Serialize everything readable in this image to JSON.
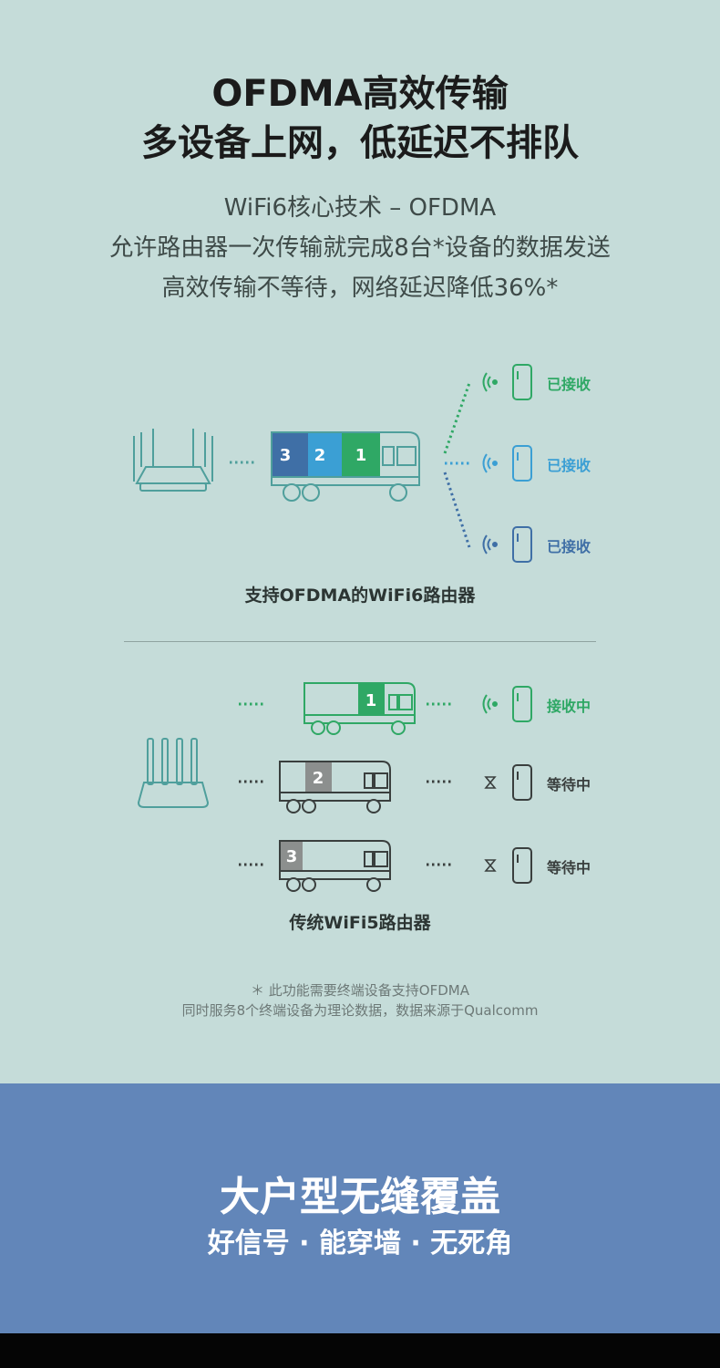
{
  "header": {
    "title_line1": "OFDMA高效传输",
    "title_line2": "多设备上网，低延迟不排队",
    "sub_line1": "WiFi6核心技术 – OFDMA",
    "sub_line2": "允许路由器一次传输就完成8台*设备的数据发送",
    "sub_line3": "高效传输不等待，网络延迟降低36%*"
  },
  "wifi6": {
    "caption": "支持OFDMA的WiFi6路由器",
    "blocks": [
      "3",
      "2",
      "1"
    ],
    "devices": [
      {
        "status": "已接收",
        "color": "#2fa865"
      },
      {
        "status": "已接收",
        "color": "#3b9fd4"
      },
      {
        "status": "已接收",
        "color": "#3f6fa6"
      }
    ]
  },
  "wifi5": {
    "caption": "传统WiFi5路由器",
    "trucks": [
      {
        "block": "1",
        "status": "接收中",
        "color": "#2fa865"
      },
      {
        "block": "2",
        "status": "等待中",
        "color": "#3a3f3e"
      },
      {
        "block": "3",
        "status": "等待中",
        "color": "#3a3f3e"
      }
    ]
  },
  "notes": {
    "line1": "＊ 此功能需要终端设备支持OFDMA",
    "line2": "同时服务8个终端设备为理论数据，数据来源于Qualcomm"
  },
  "coverage": {
    "title": "大户型无缝覆盖",
    "subtitle": "好信号 · 能穿墙 · 无死角"
  },
  "colors": {
    "background": "#c5dcd9",
    "banner": "#6286b9",
    "block_dark_blue": "#3f6fa6",
    "block_light_blue": "#3b9fd4",
    "block_green": "#2fa865",
    "block_gray": "#8c8f8e",
    "line_teal": "#4f9f9c"
  }
}
